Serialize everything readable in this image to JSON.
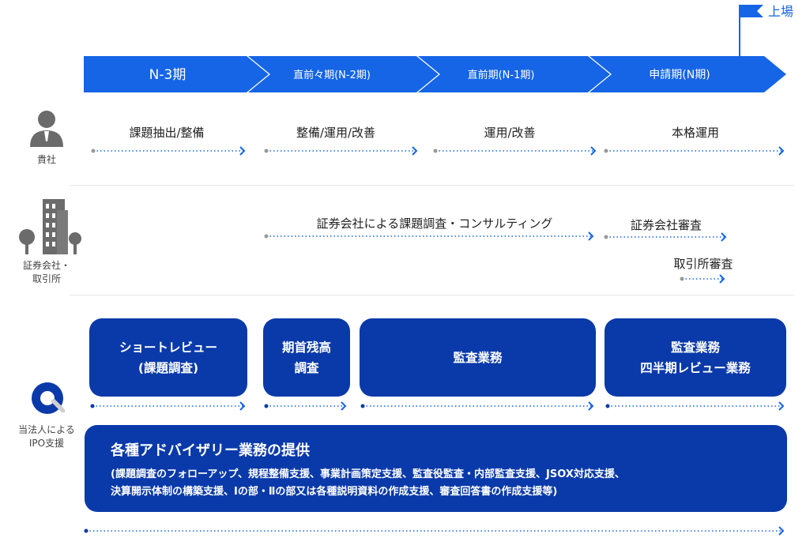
{
  "listing": {
    "label": "上場"
  },
  "phases": [
    "N-3期",
    "直前々期(N-2期)",
    "直前期(N-1期)",
    "申請期(N期)"
  ],
  "rows": {
    "company": {
      "label": "貴社",
      "items": [
        "課題抽出/整備",
        "整備/運用/改善",
        "運用/改善",
        "本格運用"
      ]
    },
    "securities": {
      "label": "証券会社・\n取引所",
      "items": [
        "証券会社による課題調査・コンサルティング",
        "証券会社審査",
        "取引所審査"
      ]
    },
    "ipo": {
      "label": "当法人による\nIPO支援",
      "boxes": [
        "ショートレビュー\n(課題調査)",
        "期首残高\n調査",
        "監査業務",
        "監査業務\n四半期レビュー業務"
      ],
      "advisory": {
        "title": "各種アドバイザリー業務の提供",
        "desc": "(課題調査のフォローアップ、規程整備支援、事業計画策定支援、監査役監査・内部監査支援、JSOX対応支援、\n決算開示体制の構築支援、Ⅰの部・Ⅱの部又は各種説明資料の作成支援、審査回答書の作成支援等)"
      }
    }
  },
  "colors": {
    "primary": "#1565e6",
    "navy": "#0a3aa9",
    "icon_gray": "#6b6b6b",
    "dot_gray": "#999999"
  }
}
